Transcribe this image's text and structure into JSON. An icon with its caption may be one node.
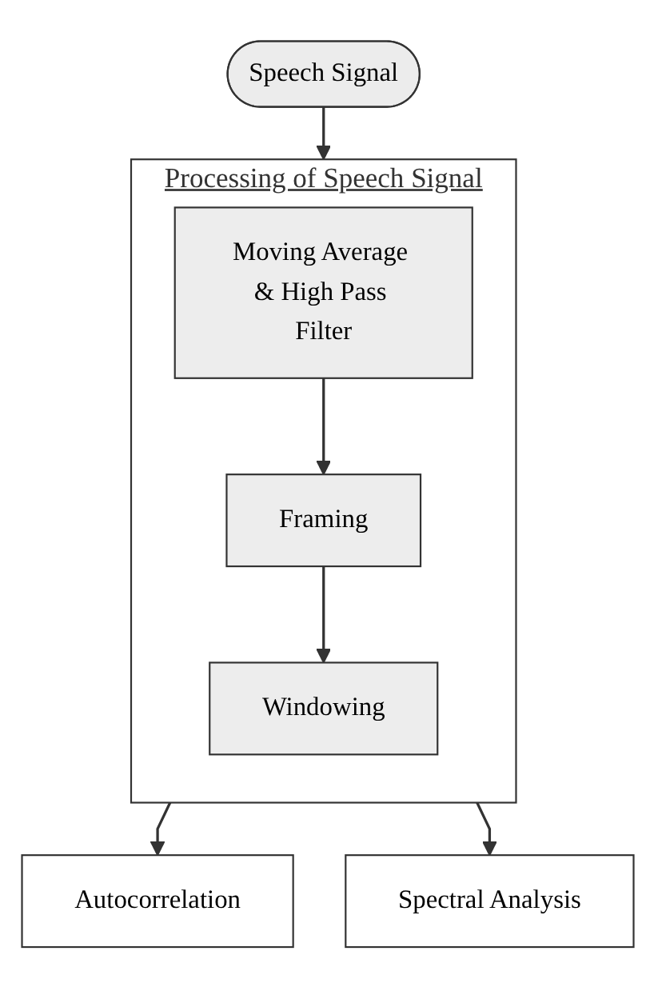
{
  "diagram": {
    "nodes": [
      {
        "text": [
          "Speech Signal"
        ]
      },
      {
        "text": [
          "Processing of Speech Signal"
        ]
      },
      {
        "text": [
          "Moving Average & High Pass Filter"
        ],
        "in": 1
      },
      {
        "text": [
          "Framing"
        ],
        "in": 1
      },
      {
        "text": [
          "Windowing"
        ],
        "in": 1
      },
      {
        "text": [
          "Autocorrelation"
        ]
      },
      {
        "text": [
          "Spectral Analysis"
        ]
      }
    ],
    "edges": [
      {
        "from": 0,
        "to": 1,
        "arrow": "to"
      },
      {
        "from": 2,
        "to": 3,
        "arrow": "to"
      },
      {
        "from": 3,
        "to": 4,
        "arrow": "to"
      },
      {
        "from": 1,
        "to": 5,
        "arrow": "to"
      },
      {
        "from": 1,
        "to": 6,
        "arrow": "to"
      }
    ]
  }
}
